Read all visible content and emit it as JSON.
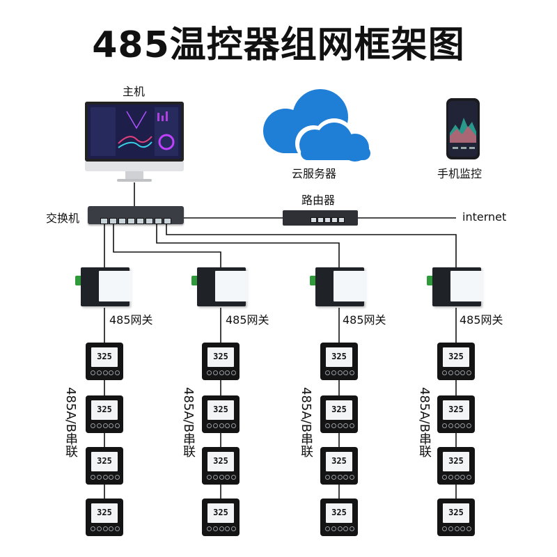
{
  "title": "485温控器组网框架图",
  "labels": {
    "host": "主机",
    "cloud": "云服务器",
    "phone": "手机监控",
    "router": "路由器",
    "switch": "交换机",
    "internet": "internet",
    "gateway": "485网关",
    "serial": "485A/B串联"
  },
  "thermostat_reading": "325",
  "colors": {
    "cloud": "#1f7fd6",
    "cloud_light": "#5fb2f0",
    "device_dark": "#1f2226",
    "wire": "#111111",
    "terminal_green": "#2f9a3a"
  },
  "icons": [
    "monitor-icon",
    "cloud-icon",
    "phone-icon",
    "router-icon",
    "switch-icon",
    "gateway-icon",
    "thermostat-icon"
  ]
}
